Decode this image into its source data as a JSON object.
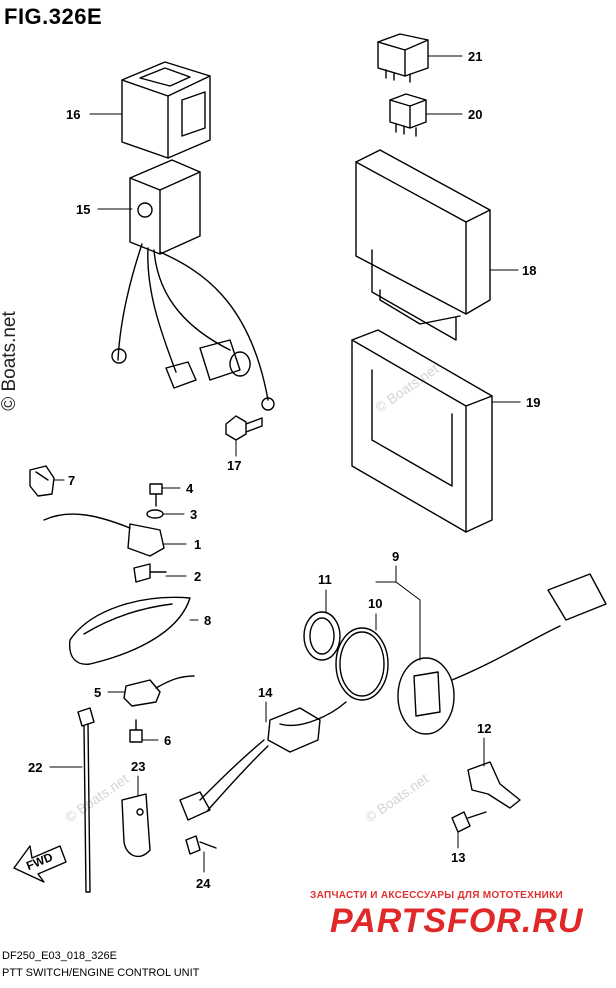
{
  "figure": {
    "title": "FIG.326E",
    "code": "DF250_E03_018_326E",
    "name": "PTT SWITCH/ENGINE CONTROL UNIT"
  },
  "watermark": {
    "main": "© Boats.net",
    "faint": "© Boats.net"
  },
  "shop": {
    "tagline": "ЗАПЧАСТИ И АКСЕССУАРЫ ДЛЯ МОТОТЕХНИКИ",
    "logo": "PARTSFOR.RU"
  },
  "fwd_label": "FWD",
  "callouts": [
    "1",
    "2",
    "3",
    "4",
    "5",
    "6",
    "7",
    "8",
    "9",
    "10",
    "11",
    "12",
    "13",
    "14",
    "15",
    "16",
    "17",
    "18",
    "19",
    "20",
    "21",
    "22",
    "23",
    "24"
  ]
}
